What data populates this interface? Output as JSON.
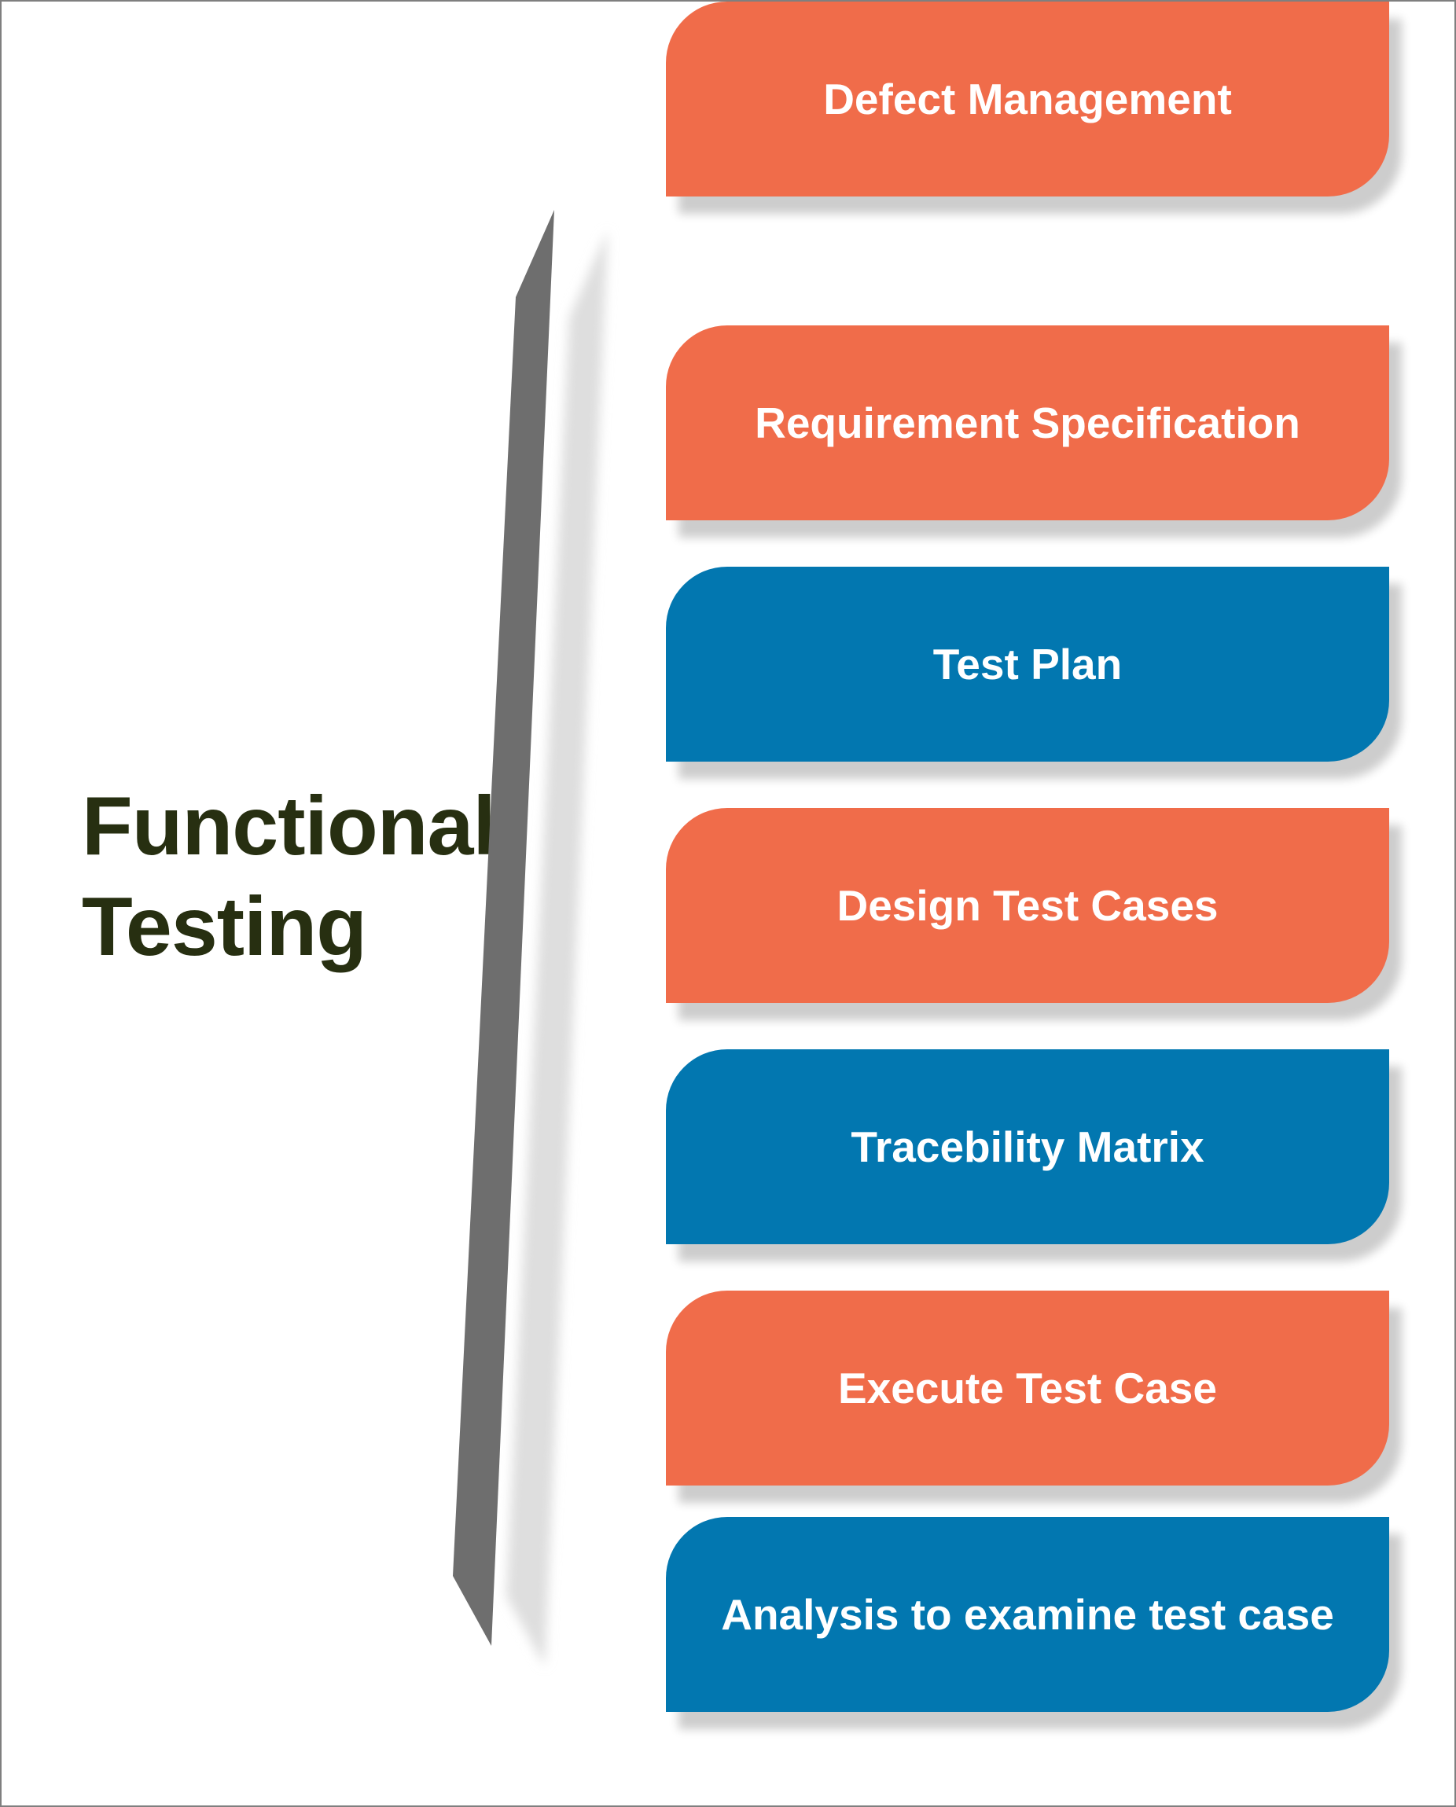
{
  "title": {
    "text": "Functional\nTesting",
    "color": "#272f11"
  },
  "steps": [
    {
      "label": "Requirement Specification",
      "color": "#f06c4a"
    },
    {
      "label": "Test Plan",
      "color": "#0277b0"
    },
    {
      "label": "Design Test Cases",
      "color": "#f06c4a"
    },
    {
      "label": "Tracebility Matrix",
      "color": "#0277b0"
    },
    {
      "label": "Execute Test Case",
      "color": "#f06c4a"
    },
    {
      "label": "Analysis to examine test case",
      "color": "#0277b0"
    },
    {
      "label": "Defect Management",
      "color": "#f06c4a"
    }
  ],
  "colors": {
    "orange": "#f06c4a",
    "blue": "#0277b0",
    "label_text": "#ffffff",
    "bar_gray": "#6e6e6e",
    "bar_shadow": "#dedede",
    "box_shadow": "#cdcdcd",
    "page_border": "#7f7f7f",
    "background": "#ffffff"
  }
}
